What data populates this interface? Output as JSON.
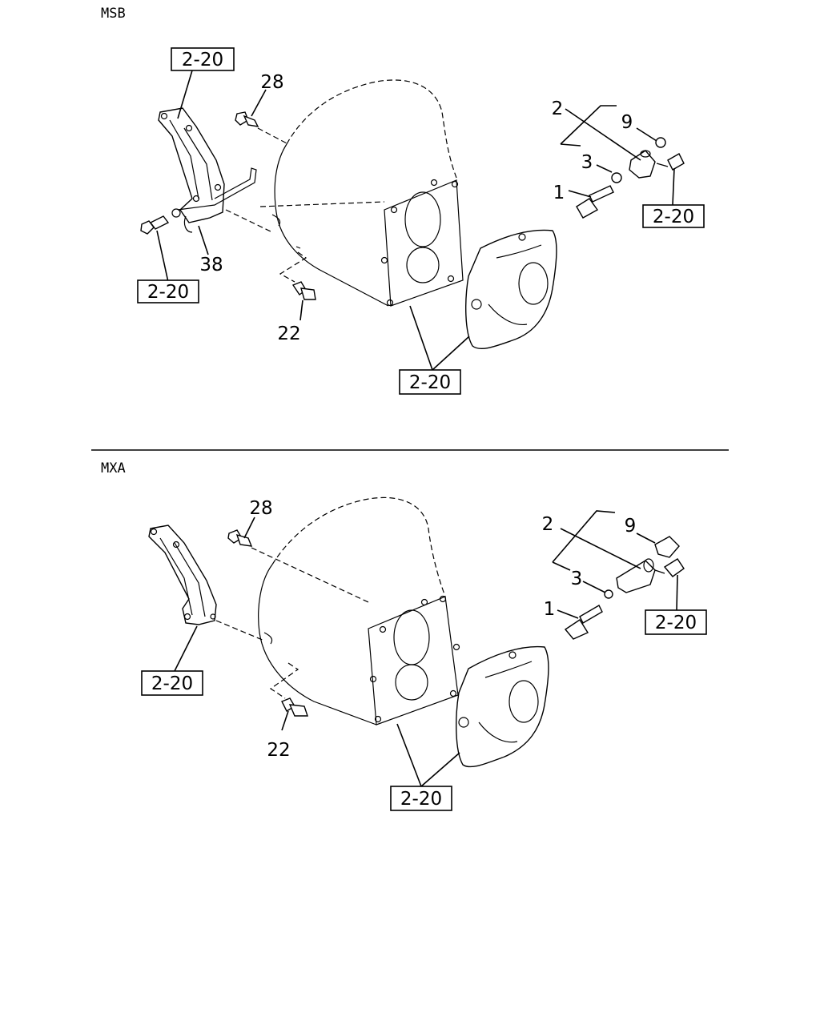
{
  "sections": [
    {
      "title": "MSB",
      "callouts": {
        "bracket_ref": "2-20",
        "bolt_upper": "28",
        "bracket_part": "38",
        "bolt_left_ref": "2-20",
        "bolt_lower": "22",
        "housing_ref": "2-20",
        "sleeve": "2",
        "plug": "9",
        "oring": "3",
        "gear": "1",
        "fitting_ref": "2-20"
      }
    },
    {
      "title": "MXA",
      "callouts": {
        "bolt_upper": "28",
        "bracket_ref": "2-20",
        "bolt_lower": "22",
        "housing_ref": "2-20",
        "sleeve": "2",
        "plug": "9",
        "oring": "3",
        "gear": "1",
        "fitting_ref": "2-20"
      }
    }
  ]
}
